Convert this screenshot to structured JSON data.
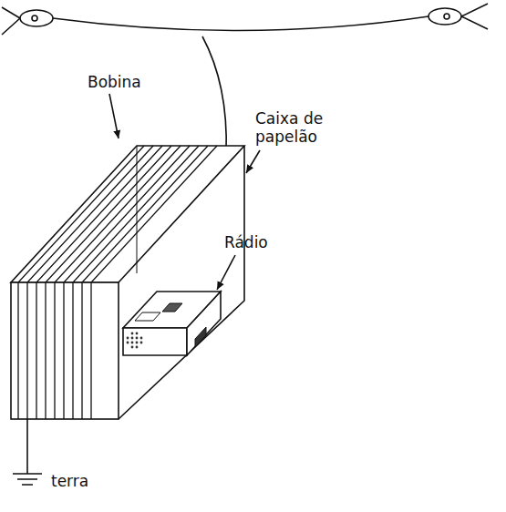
{
  "diagram": {
    "labels": [
      "Bobina",
      "Caixa de papelão",
      "Rádio",
      "terra"
    ]
  }
}
